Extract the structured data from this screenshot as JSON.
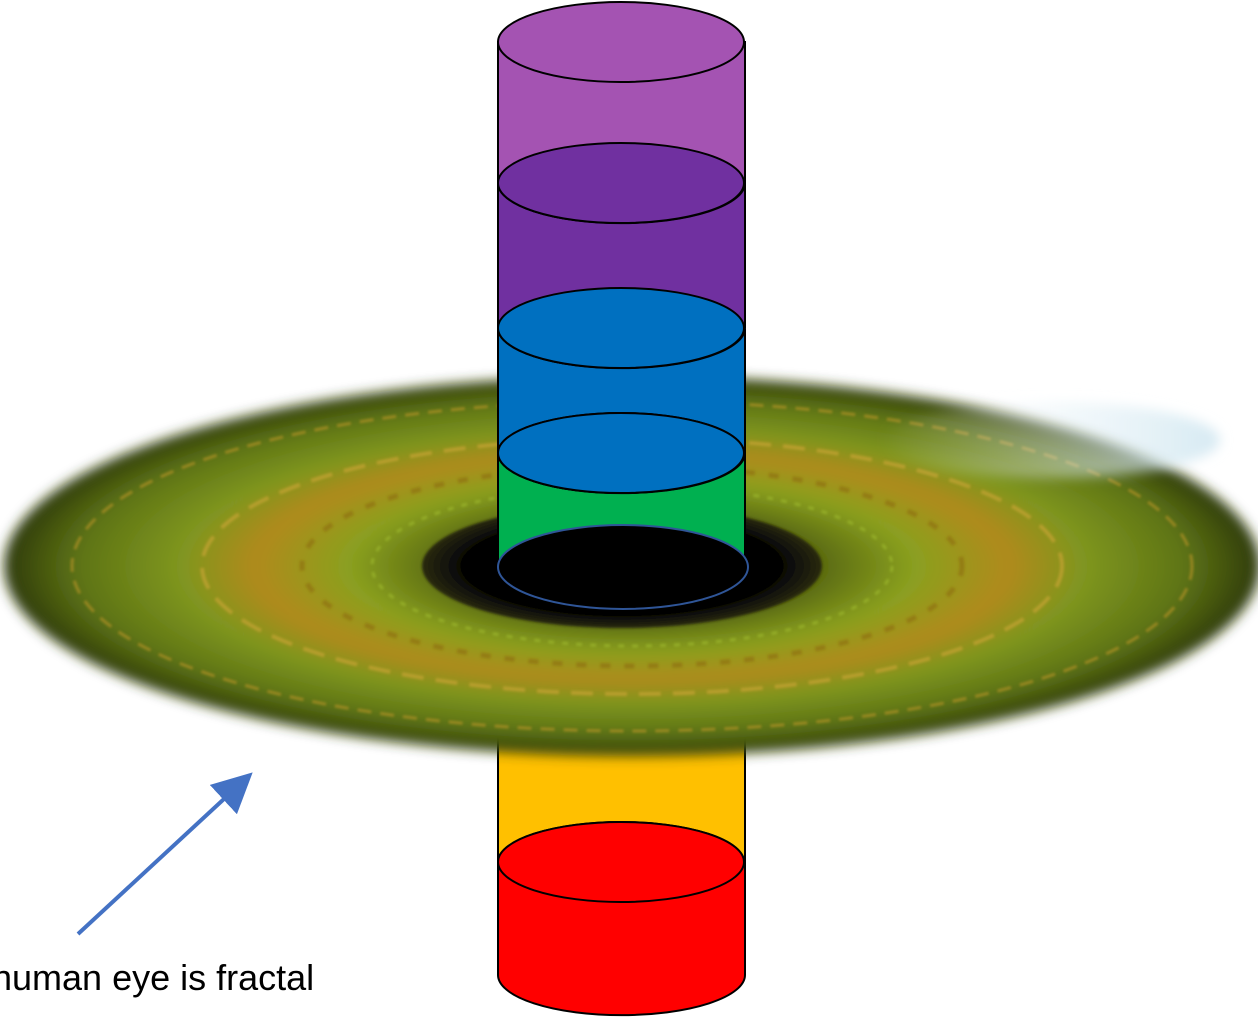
{
  "caption": "human eye is fractal",
  "colors": {
    "violet_light": "#A453B2",
    "violet_dark": "#7030A0",
    "blue": "#0070C0",
    "green": "#00B050",
    "black": "#000000",
    "yellow": "#FFC000",
    "red": "#FF0000",
    "arrow": "#4472C4",
    "iris_green": "#6E8A16",
    "iris_gold": "#B08A1C"
  },
  "icons": {
    "eye": "human-eye-iris",
    "arrow": "arrow-up-right"
  }
}
